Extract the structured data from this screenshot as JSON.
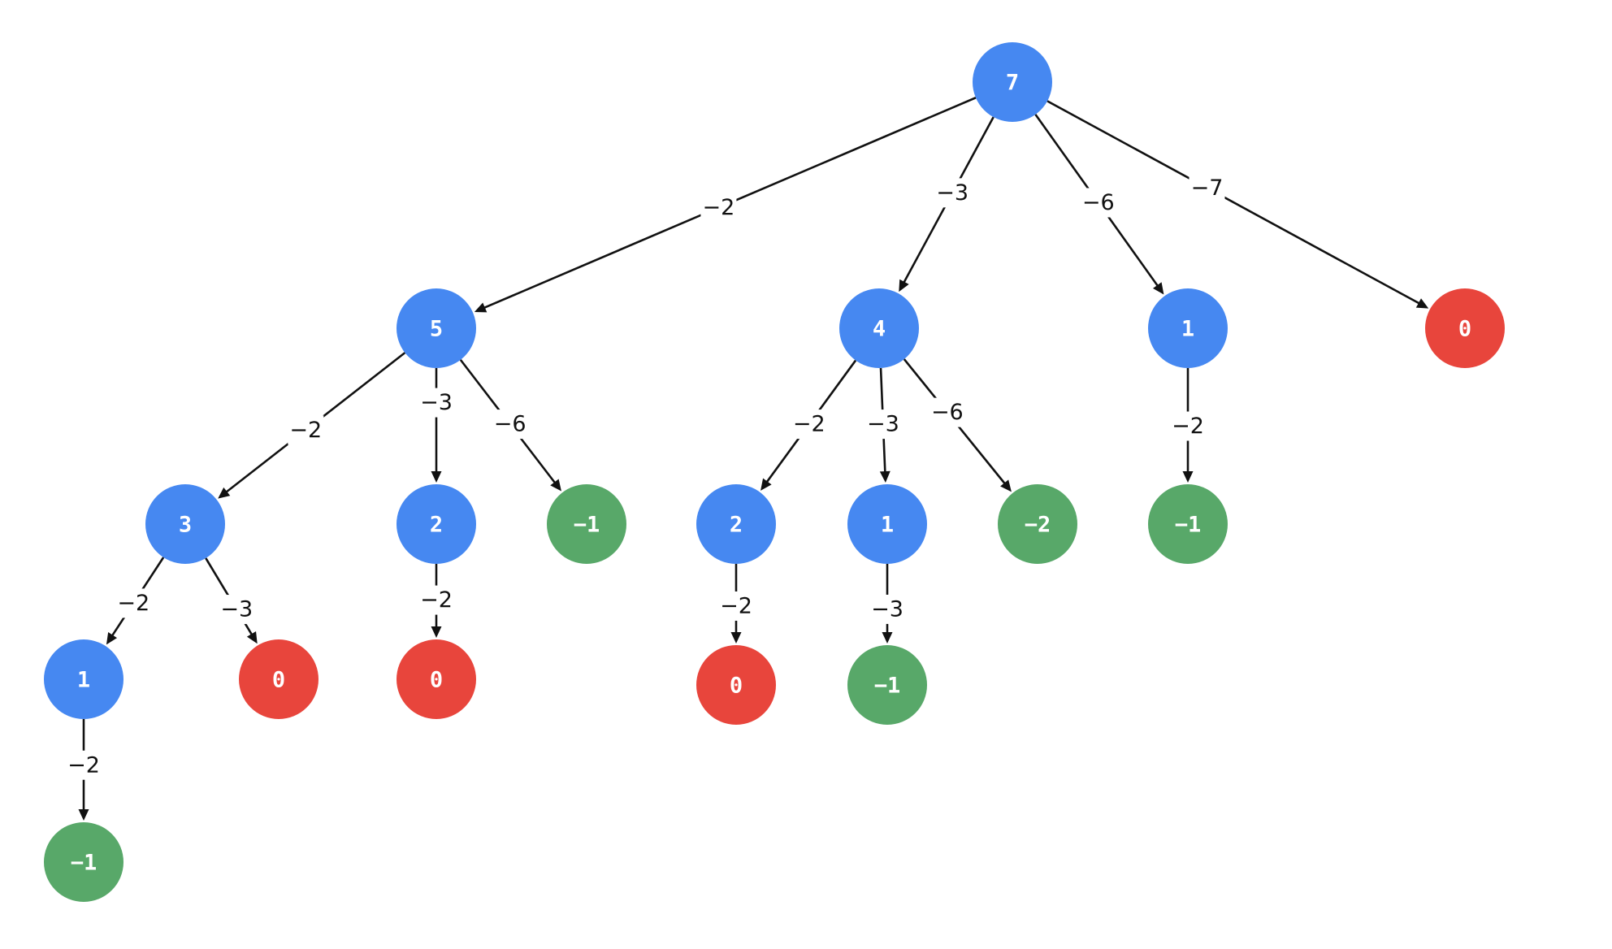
{
  "colors": {
    "internal": "#4688F1",
    "exact_zero": "#E8453C",
    "negative": "#58A869",
    "edge": "#111111",
    "label_bg": "#ffffff"
  },
  "tree": {
    "nodes": [
      {
        "id": "n7",
        "label": "7",
        "kind": "internal"
      },
      {
        "id": "n5",
        "label": "5",
        "kind": "internal"
      },
      {
        "id": "n4",
        "label": "4",
        "kind": "internal"
      },
      {
        "id": "n1a",
        "label": "1",
        "kind": "internal"
      },
      {
        "id": "n0a",
        "label": "0",
        "kind": "exact_zero"
      },
      {
        "id": "n3",
        "label": "3",
        "kind": "internal"
      },
      {
        "id": "n2a",
        "label": "2",
        "kind": "internal"
      },
      {
        "id": "nm1a",
        "label": "−1",
        "kind": "negative"
      },
      {
        "id": "n2b",
        "label": "2",
        "kind": "internal"
      },
      {
        "id": "n1b",
        "label": "1",
        "kind": "internal"
      },
      {
        "id": "nm2a",
        "label": "−2",
        "kind": "negative"
      },
      {
        "id": "nm1b",
        "label": "−1",
        "kind": "negative"
      },
      {
        "id": "n1c",
        "label": "1",
        "kind": "internal"
      },
      {
        "id": "n0b",
        "label": "0",
        "kind": "exact_zero"
      },
      {
        "id": "n0c",
        "label": "0",
        "kind": "exact_zero"
      },
      {
        "id": "n0d",
        "label": "0",
        "kind": "exact_zero"
      },
      {
        "id": "nm1c",
        "label": "−1",
        "kind": "negative"
      },
      {
        "id": "nm1d",
        "label": "−1",
        "kind": "negative"
      }
    ],
    "edges": [
      {
        "from": "n7",
        "to": "n5",
        "label": "−2"
      },
      {
        "from": "n7",
        "to": "n4",
        "label": "−3"
      },
      {
        "from": "n7",
        "to": "n1a",
        "label": "−6"
      },
      {
        "from": "n7",
        "to": "n0a",
        "label": "−7"
      },
      {
        "from": "n5",
        "to": "n3",
        "label": "−2"
      },
      {
        "from": "n5",
        "to": "n2a",
        "label": "−3"
      },
      {
        "from": "n5",
        "to": "nm1a",
        "label": "−6"
      },
      {
        "from": "n4",
        "to": "n2b",
        "label": "−2"
      },
      {
        "from": "n4",
        "to": "n1b",
        "label": "−3"
      },
      {
        "from": "n4",
        "to": "nm2a",
        "label": "−6"
      },
      {
        "from": "n1a",
        "to": "nm1b",
        "label": "−2"
      },
      {
        "from": "n3",
        "to": "n1c",
        "label": "−2"
      },
      {
        "from": "n3",
        "to": "n0b",
        "label": "−3"
      },
      {
        "from": "n2a",
        "to": "n0c",
        "label": "−2"
      },
      {
        "from": "n2b",
        "to": "n0d",
        "label": "−2"
      },
      {
        "from": "n1b",
        "to": "nm1c",
        "label": "−3"
      },
      {
        "from": "n1c",
        "to": "nm1d",
        "label": "−2"
      }
    ]
  }
}
